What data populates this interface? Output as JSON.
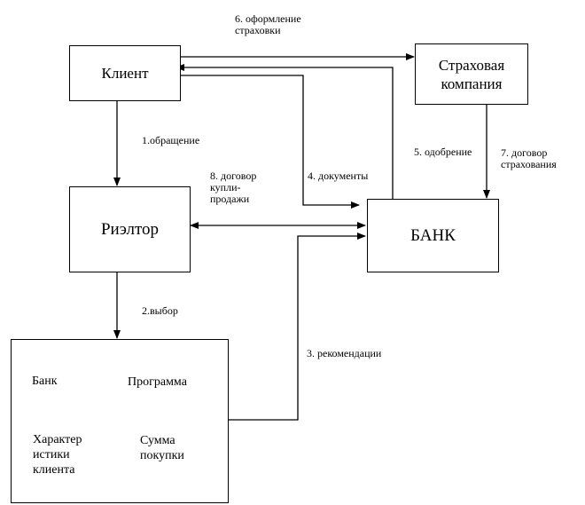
{
  "diagram": {
    "nodes": {
      "client": "Клиент",
      "insurer": "Страховая\nкомпания",
      "realtor": "Риэлтор",
      "bank": "БАНК"
    },
    "selection_box": {
      "bank": "Банк",
      "program": "Программа",
      "client_characteristics": "Характер\nистики\nклиента",
      "purchase_amount": "Сумма\nпокупки"
    },
    "edges": {
      "e1": "1.обращение",
      "e2": "2.выбор",
      "e3": "3. рекомендации",
      "e4": "4. документы",
      "e5": "5. одобрение",
      "e6": "6. оформление\nстраховки",
      "e7": "7. договор\nстрахования",
      "e8": "8. договор\nкупли-\nпродажи"
    }
  }
}
